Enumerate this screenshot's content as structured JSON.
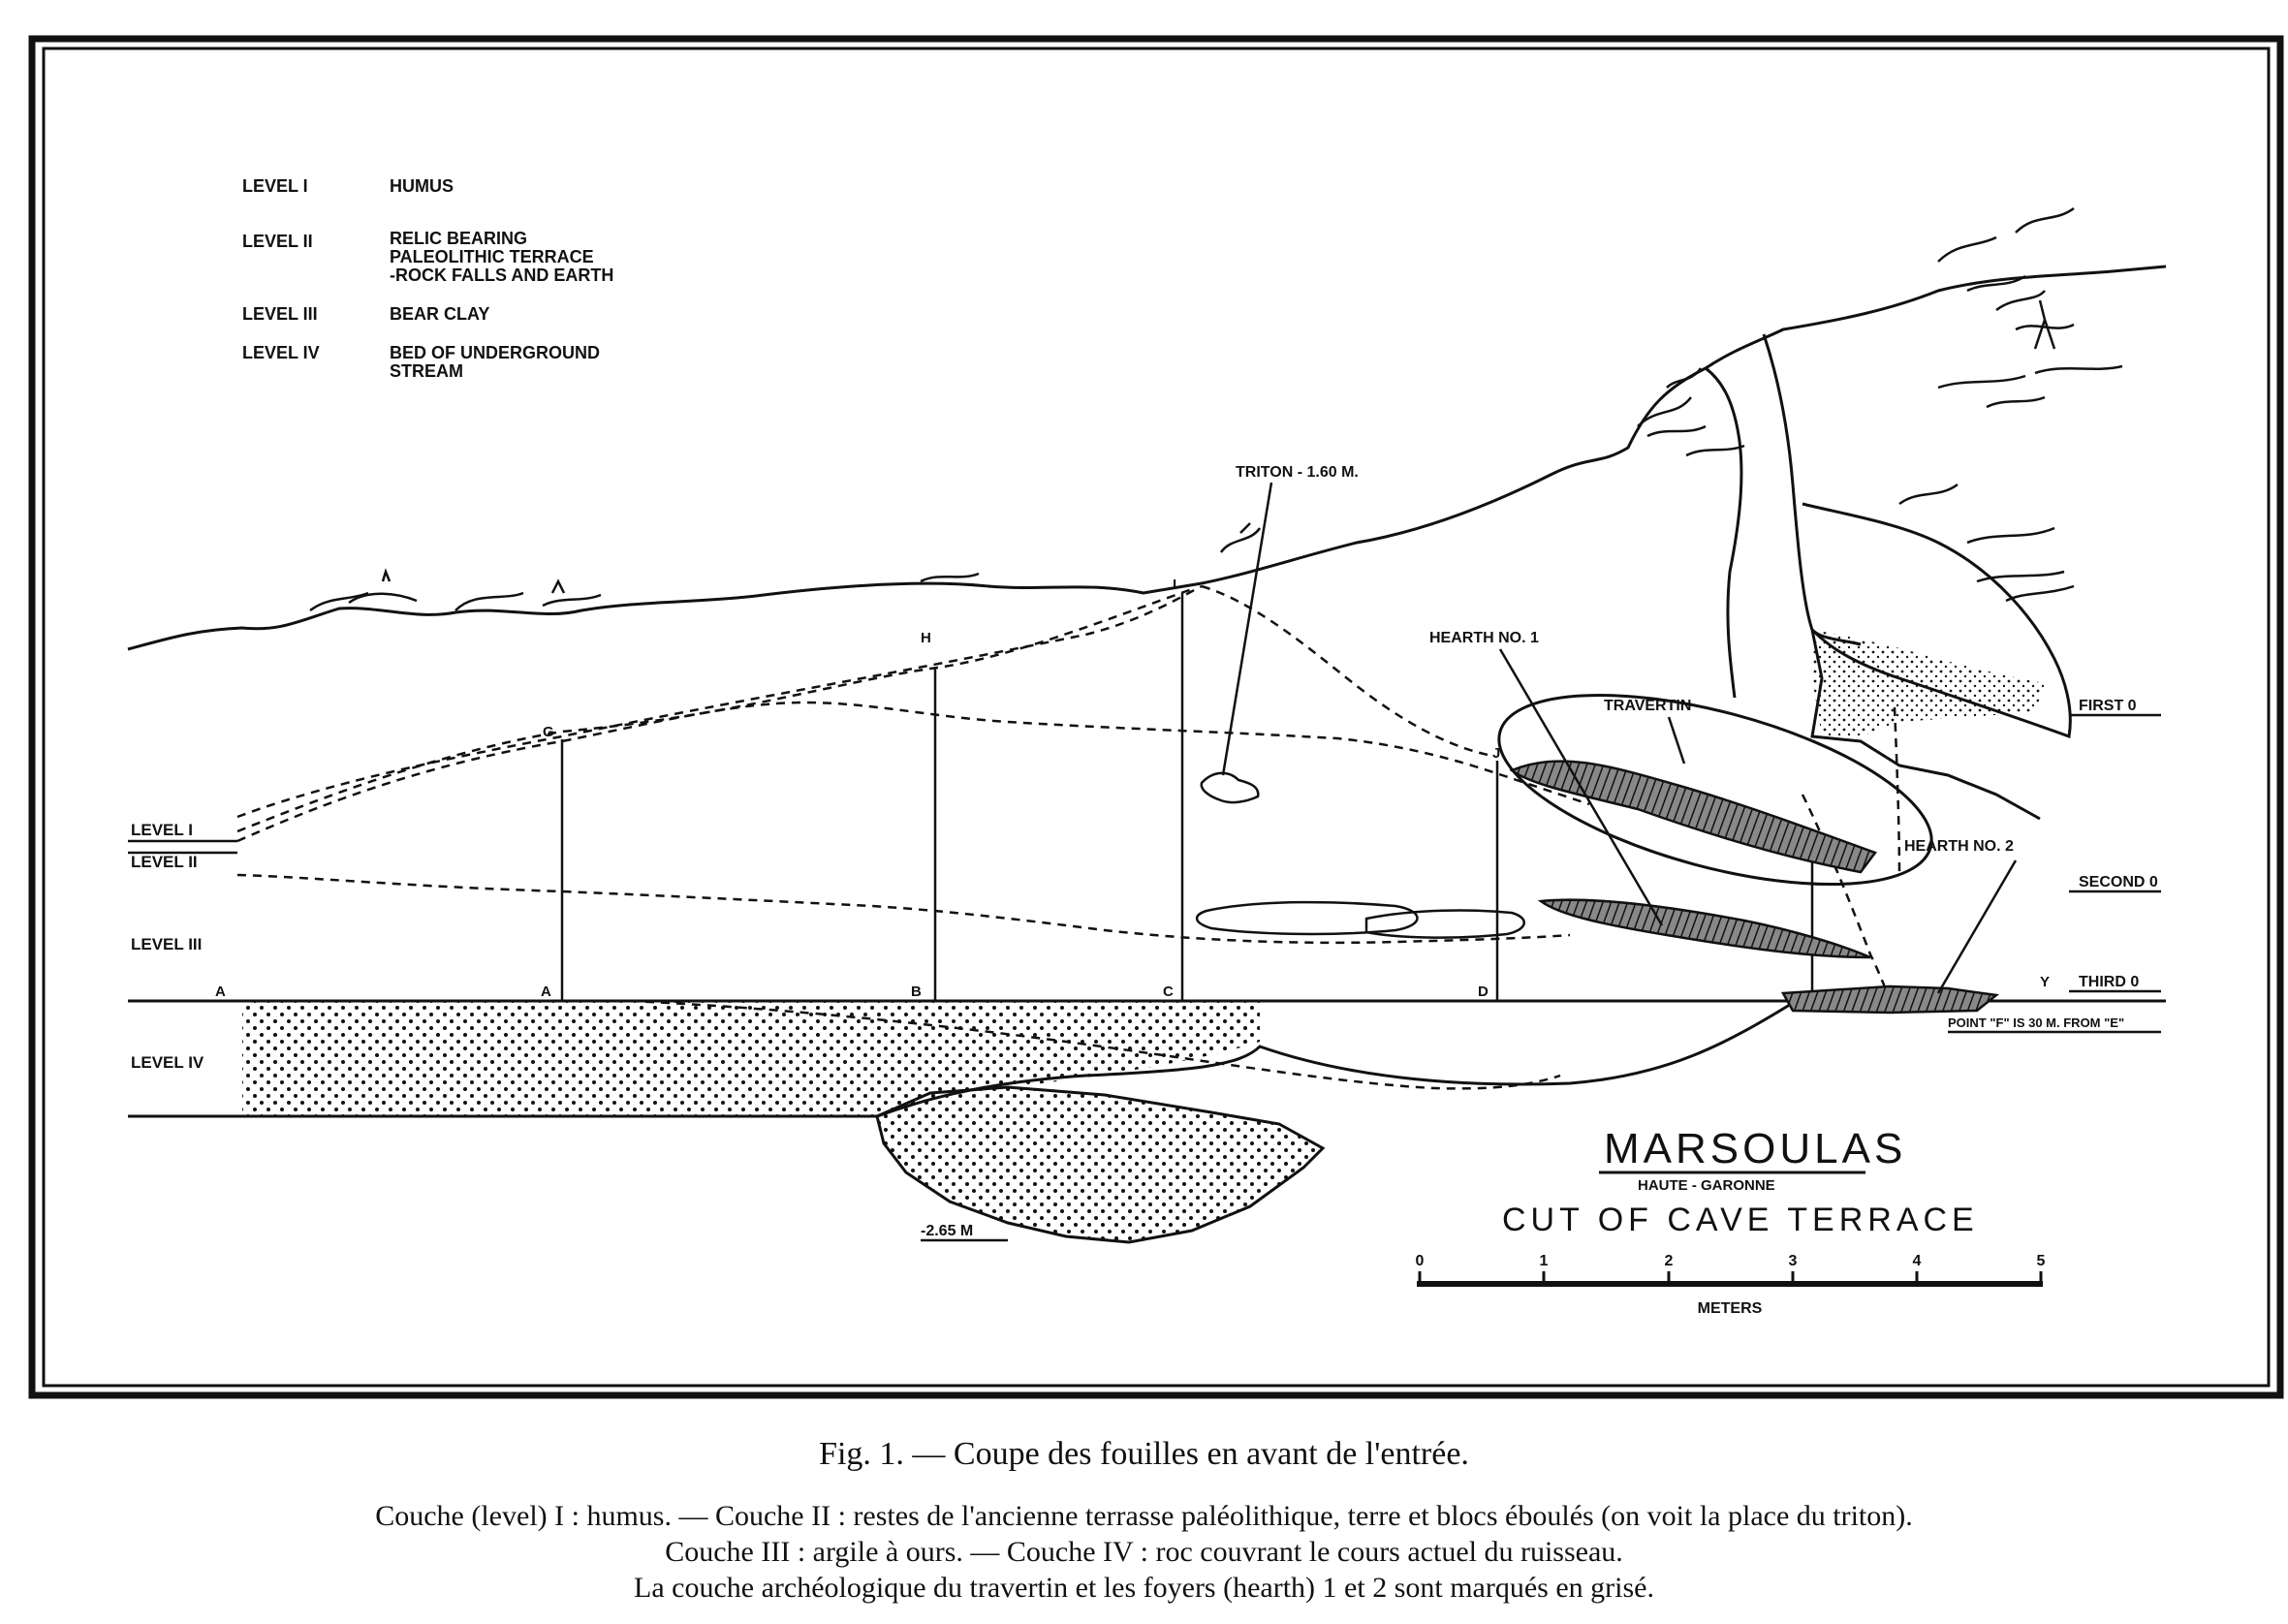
{
  "legend": [
    {
      "level": "LEVEL I",
      "desc": [
        "HUMUS"
      ]
    },
    {
      "level": "LEVEL II",
      "desc": [
        "RELIC BEARING",
        "PALEOLITHIC TERRACE",
        "-ROCK FALLS AND EARTH"
      ]
    },
    {
      "level": "LEVEL III",
      "desc": [
        "BEAR CLAY"
      ]
    },
    {
      "level": "LEVEL IV",
      "desc": [
        "BED OF UNDERGROUND",
        "STREAM"
      ]
    }
  ],
  "left_labels": [
    "LEVEL I",
    "LEVEL II",
    "LEVEL III",
    "LEVEL IV"
  ],
  "annotations": {
    "triton": "TRITON - 1.60 M.",
    "hearth1": "HEARTH NO. 1",
    "hearth2": "HEARTH NO. 2",
    "travertin": "TRAVERTIN",
    "first": "FIRST 0",
    "second": "SECOND 0",
    "third": "THIRD 0",
    "point_note": "POINT \"F\" IS 30 M. FROM \"E\"",
    "depth": "-2.65 M"
  },
  "point_labels": {
    "A1": "A",
    "A2": "A",
    "B": "B",
    "C": "C",
    "D": "D",
    "G": "G",
    "H": "H",
    "I": "I",
    "J": "J",
    "Y": "Y"
  },
  "title_block": {
    "name": "MARSOULAS",
    "region": "HAUTE - GARONNE",
    "subtitle": "CUT OF CAVE TERRACE"
  },
  "scale": {
    "ticks": [
      "0",
      "1",
      "2",
      "3",
      "4",
      "5"
    ],
    "label": "METERS"
  },
  "caption": {
    "title": "Fig. 1. — Coupe des fouilles en avant de l'entrée.",
    "line1": "Couche (level) I : humus. — Couche II : restes de l'ancienne terrasse paléolithique, terre et blocs éboulés (on voit la place du triton).",
    "line2": "Couche III : argile à ours. — Couche IV : roc couvrant le cours actuel du ruisseau.",
    "line3": "La couche archéologique du travertin et les foyers (hearth) 1 et 2 sont marqués en grisé."
  }
}
